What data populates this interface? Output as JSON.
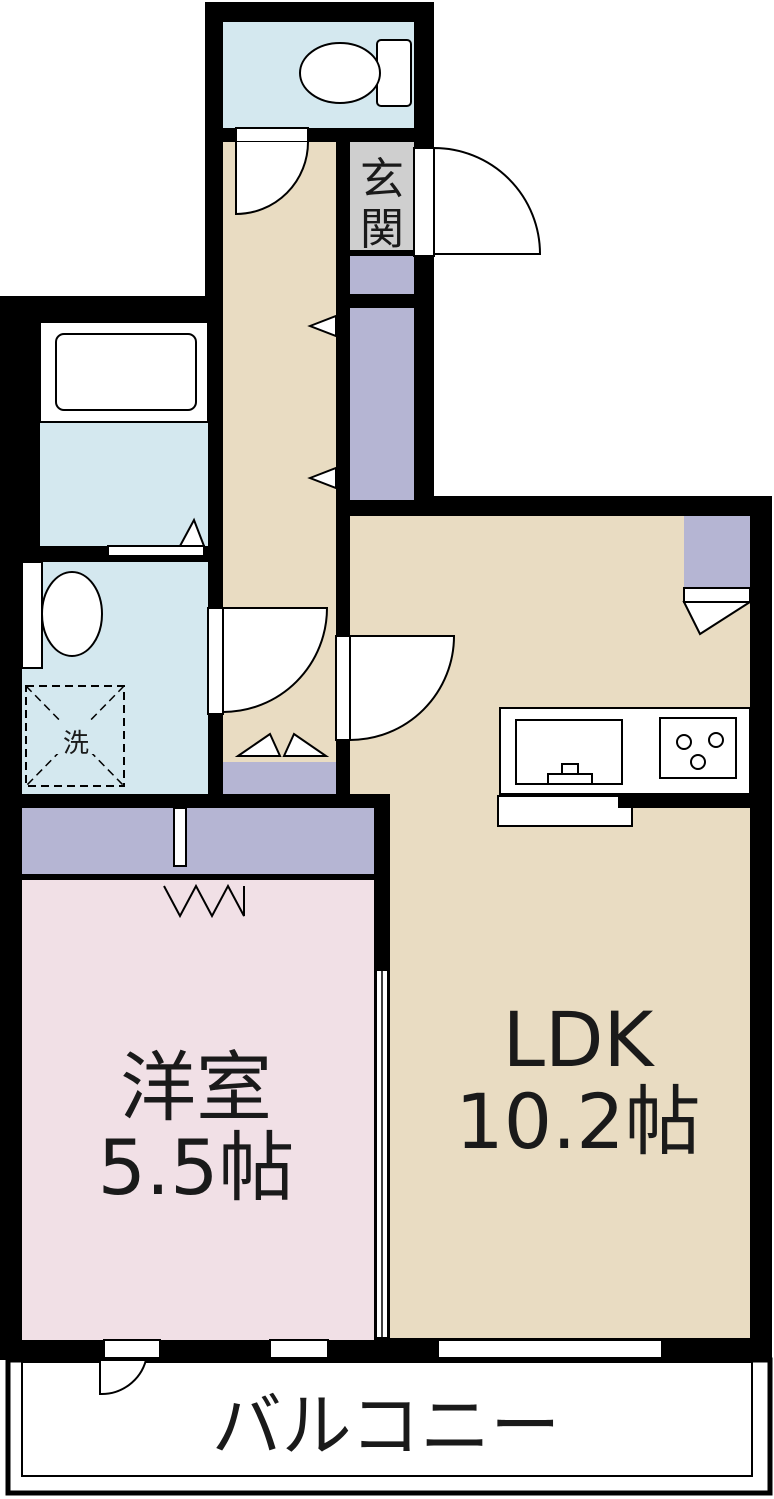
{
  "rooms": {
    "western": {
      "name": "洋室",
      "size": "5.5帖"
    },
    "ldk": {
      "name": "LDK",
      "size": "10.2帖"
    },
    "entrance": {
      "line1": "玄",
      "line2": "関"
    },
    "balcony": {
      "name": "バルコニー"
    },
    "washer": {
      "name": "洗"
    }
  },
  "colors": {
    "wall": "#000000",
    "wet_area": "#d4e8ef",
    "ldk_floor": "#e9dcc2",
    "western_floor": "#f1e0e6",
    "storage": "#b5b5d3",
    "entrance_floor": "#cfcfcf",
    "balcony": "#ffffff"
  }
}
